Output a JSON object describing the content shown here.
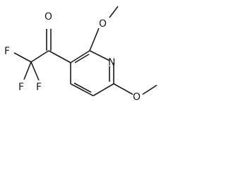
{
  "structure": {
    "atoms": [
      {
        "id": "oxygen_ketone",
        "label": "O"
      },
      {
        "id": "oxygen_methoxy_2",
        "label": "O"
      },
      {
        "id": "nitrogen_ring",
        "label": "N"
      },
      {
        "id": "oxygen_methoxy_6",
        "label": "O"
      },
      {
        "id": "fluorine_1",
        "label": "F"
      },
      {
        "id": "fluorine_2",
        "label": "F"
      },
      {
        "id": "fluorine_3",
        "label": "F"
      }
    ]
  }
}
